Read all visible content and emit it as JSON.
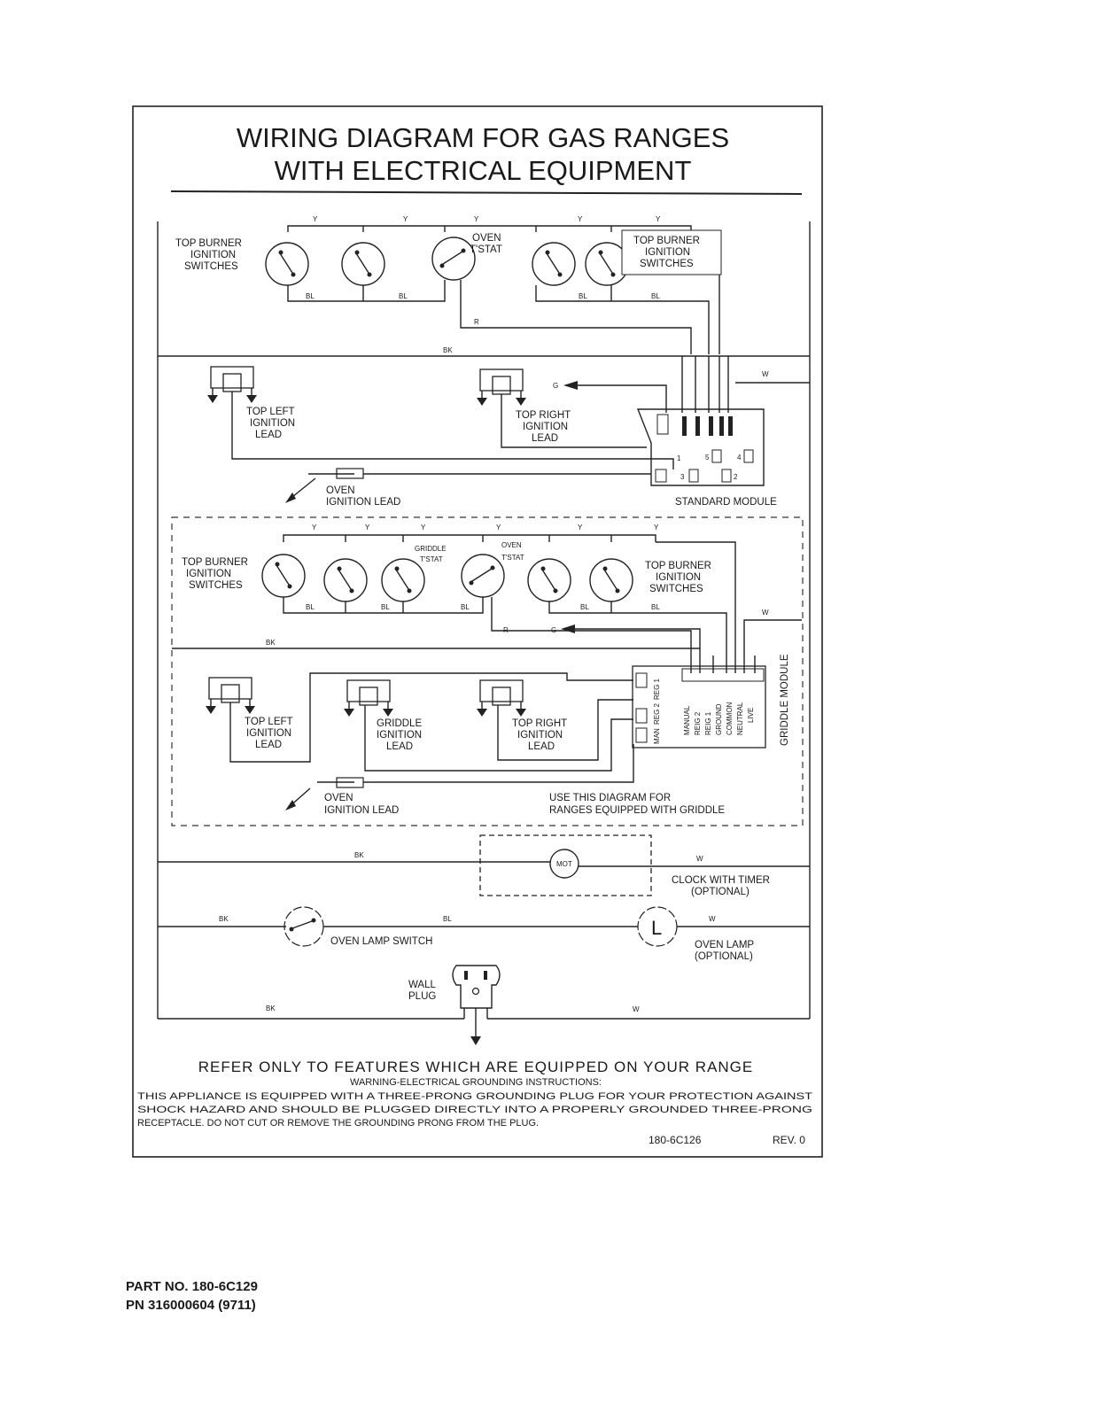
{
  "title": {
    "line1": "WIRING DIAGRAM FOR GAS RANGES",
    "line2": "WITH ELECTRICAL EQUIPMENT"
  },
  "wire_codes": {
    "yellow": "Y",
    "blue": "BL",
    "black": "BK",
    "red": "R",
    "white": "W",
    "green": "G"
  },
  "standard_section": {
    "top_burner_switches_left": [
      "TOP BURNER",
      "IGNITION",
      "SWITCHES"
    ],
    "top_burner_switches_right": [
      "TOP BURNER",
      "IGNITION",
      "SWITCHES"
    ],
    "oven_tstat": [
      "OVEN",
      "T'STAT"
    ],
    "top_left_lead": [
      "TOP LEFT",
      "IGNITION",
      "LEAD"
    ],
    "top_right_lead": [
      "TOP RIGHT",
      "IGNITION",
      "LEAD"
    ],
    "oven_lead": [
      "OVEN",
      "IGNITION LEAD"
    ],
    "module_label": "STANDARD MODULE",
    "module_terminals": [
      "1",
      "2",
      "3",
      "4",
      "5"
    ]
  },
  "griddle_section": {
    "top_burner_switches_left": [
      "TOP BURNER",
      "IGNITION",
      "SWITCHES"
    ],
    "top_burner_switches_right": [
      "TOP BURNER",
      "IGNITION",
      "SWITCHES"
    ],
    "griddle_tstat": [
      "GRIDDLE",
      "T'STAT"
    ],
    "oven_tstat": [
      "OVEN",
      "T'STAT"
    ],
    "top_left_lead": [
      "TOP LEFT",
      "IGNITION",
      "LEAD"
    ],
    "griddle_lead": [
      "GRIDDLE",
      "IGNITION",
      "LEAD"
    ],
    "top_right_lead": [
      "TOP RIGHT",
      "IGNITION",
      "LEAD"
    ],
    "oven_lead": [
      "OVEN",
      "IGNITION LEAD"
    ],
    "module_label": "GRIDDLE MODULE",
    "module_terminals": [
      "MANUAL",
      "REIG 2",
      "REIG 1",
      "GROUND",
      "COMMON",
      "NEUTRAL",
      "LIVE"
    ],
    "module_side": [
      "REG 1",
      "REG 2",
      "MAN"
    ],
    "note": [
      "USE THIS DIAGRAM FOR",
      "RANGES EQUIPPED WITH GRIDDLE"
    ]
  },
  "lower_section": {
    "clock_symbol": "MOT",
    "clock_label": [
      "CLOCK WITH TIMER",
      "(OPTIONAL)"
    ],
    "lamp_switch_label": "OVEN LAMP SWITCH",
    "lamp_symbol": "L",
    "lamp_label": [
      "OVEN LAMP",
      "(OPTIONAL)"
    ],
    "plug_label": [
      "WALL",
      "PLUG"
    ]
  },
  "footer": {
    "refer": "REFER ONLY TO FEATURES WHICH ARE EQUIPPED ON YOUR RANGE",
    "warning_title": "WARNING-ELECTRICAL GROUNDING INSTRUCTIONS:",
    "warning_lines": [
      "THIS APPLIANCE IS EQUIPPED WITH A THREE-PRONG GROUNDING PLUG FOR YOUR PROTECTION AGAINST",
      "SHOCK HAZARD AND SHOULD BE PLUGGED DIRECTLY INTO A PROPERLY GROUNDED THREE-PRONG",
      "RECEPTACLE. DO NOT CUT OR REMOVE THE GROUNDING PRONG FROM THE PLUG."
    ],
    "doc_number": "180-6C126",
    "revision": "REV. 0"
  },
  "part_info": {
    "part_no": "PART NO. 180-6C129",
    "pn": "PN 316000604 (9711)"
  }
}
